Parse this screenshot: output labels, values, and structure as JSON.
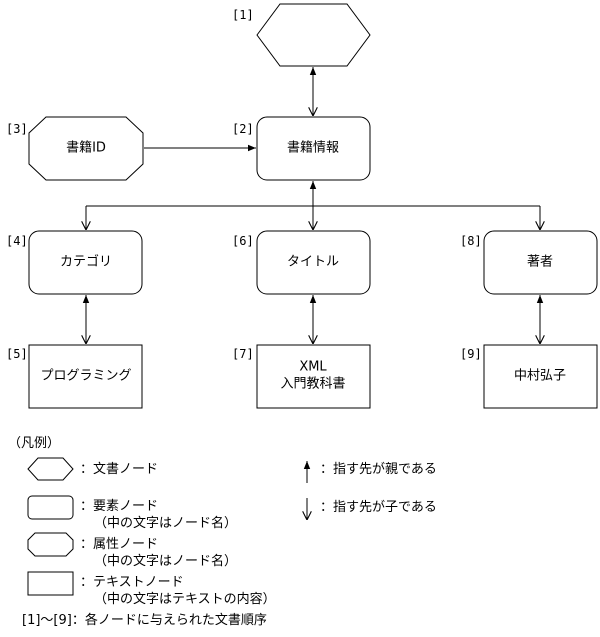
{
  "nodes": {
    "n1": {
      "index": "[1]",
      "text": ""
    },
    "n2": {
      "index": "[2]",
      "text": "書籍情報"
    },
    "n3": {
      "index": "[3]",
      "text": "書籍ID"
    },
    "n4": {
      "index": "[4]",
      "text": "カテゴリ"
    },
    "n5": {
      "index": "[5]",
      "text": "プログラミング"
    },
    "n6": {
      "index": "[6]",
      "text": "タイトル"
    },
    "n7": {
      "index": "[7]",
      "line1": "XML",
      "line2": "入門教科書"
    },
    "n8": {
      "index": "[8]",
      "text": "著者"
    },
    "n9": {
      "index": "[9]",
      "text": "中村弘子"
    }
  },
  "legend": {
    "title": "（凡例）",
    "doc_node": "：文書ノード",
    "element_node": "：要素ノード",
    "element_note": "（中の文字はノード名）",
    "attr_node": "：属性ノード",
    "attr_note": "（中の文字はノード名）",
    "text_node": "：テキストノード",
    "text_note": "（中の文字はテキストの内容）",
    "arrow_parent": "：指す先が親である",
    "arrow_child": "：指す先が子である",
    "order_note": "[1]～[9]：各ノードに与えられた文書順序"
  }
}
